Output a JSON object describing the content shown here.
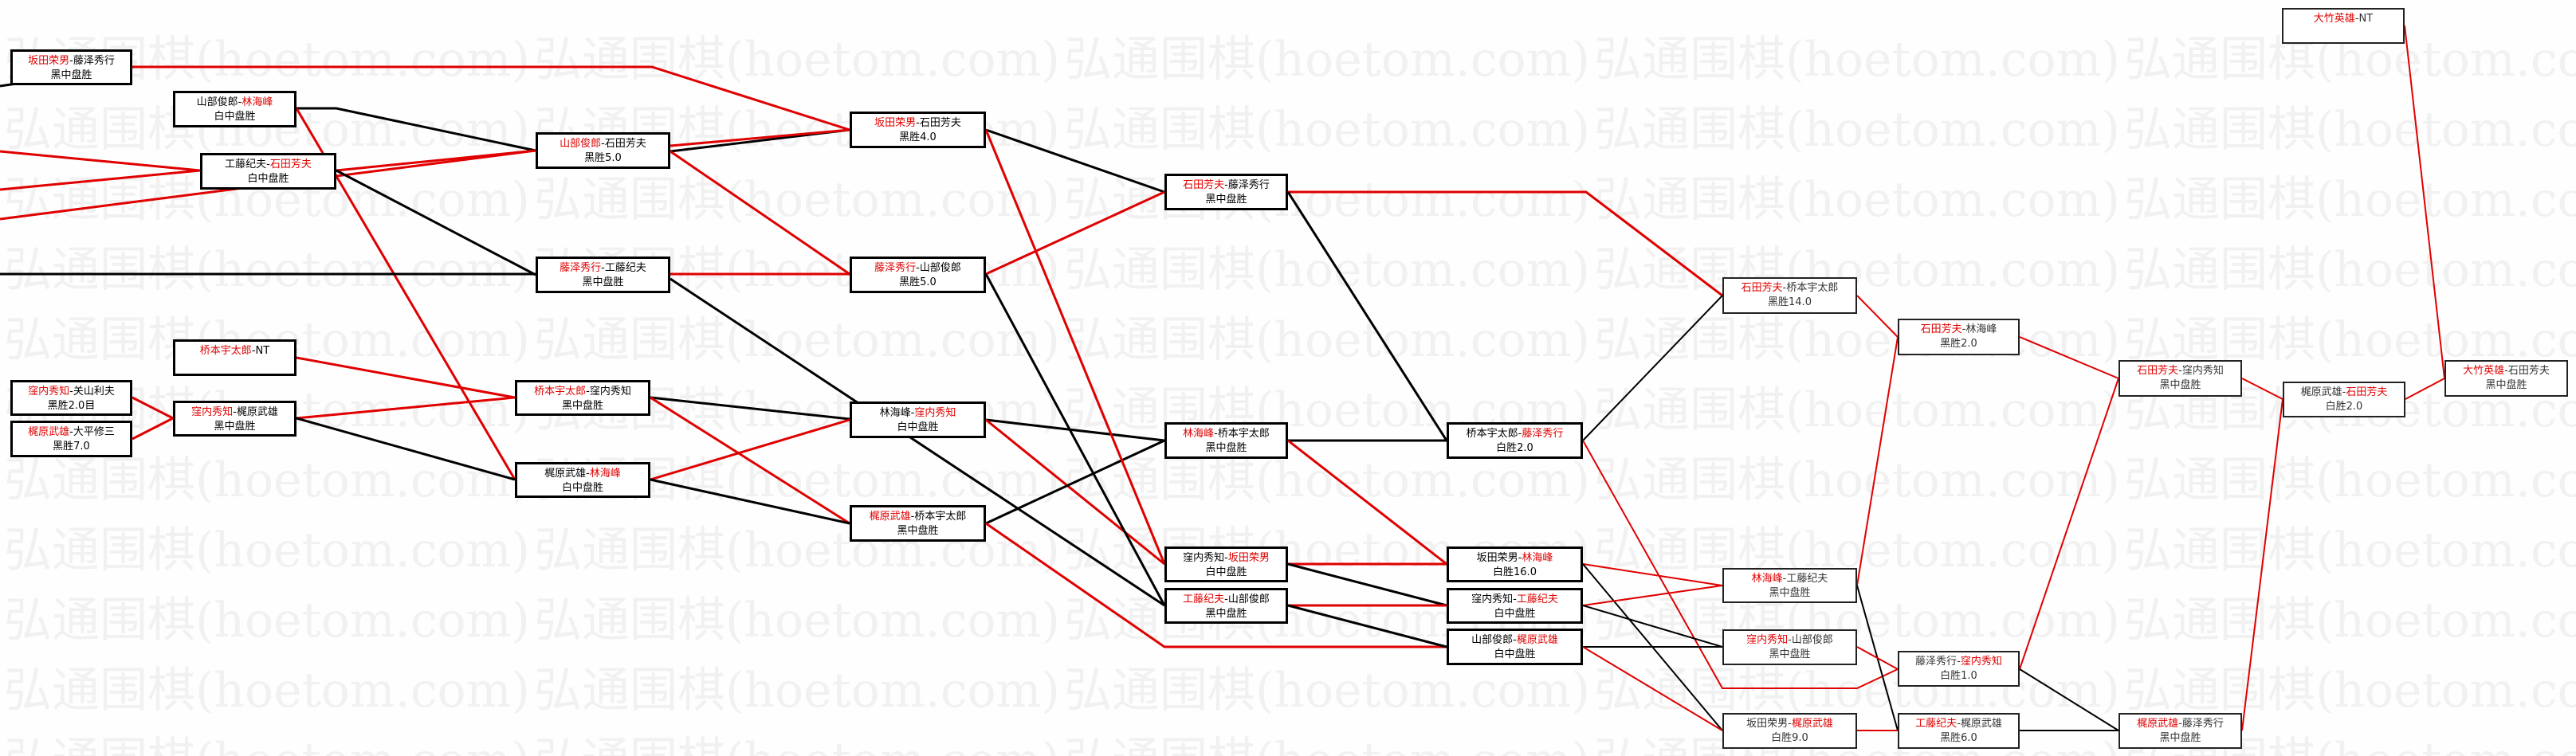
{
  "watermark": "弘通围棋(hoetom.com)",
  "colors": {
    "winner": "#e00000",
    "winner_path": "#e00000",
    "loser_path": "#000000"
  },
  "games": [
    {
      "p1": "坂田荣男",
      "p2": "藤泽秀行",
      "winner": 1,
      "result": "黑中盘胜"
    },
    {
      "p1": "窪内秀知",
      "p2": "关山利夫",
      "winner": 1,
      "result": "黑胜2.0目"
    },
    {
      "p1": "梶原武雄",
      "p2": "大平修三",
      "winner": 1,
      "result": "黑胜7.0"
    },
    {
      "p1": "山部俊郎",
      "p2": "林海峰",
      "winner": 2,
      "result": "白中盘胜"
    },
    {
      "p1": "工藤纪夫",
      "p2": "石田芳夫",
      "winner": 2,
      "result": "白中盘胜"
    },
    {
      "p1": "桥本宇太郎",
      "p2": "NT",
      "winner": 1,
      "result": ""
    },
    {
      "p1": "窪内秀知",
      "p2": "梶原武雄",
      "winner": 1,
      "result": "黑中盘胜"
    },
    {
      "p1": "山部俊郎",
      "p2": "石田芳夫",
      "winner": 1,
      "result": "黑胜5.0"
    },
    {
      "p1": "藤泽秀行",
      "p2": "工藤纪夫",
      "winner": 1,
      "result": "黑中盘胜"
    },
    {
      "p1": "桥本宇太郎",
      "p2": "窪内秀知",
      "winner": 1,
      "result": "黑中盘胜"
    },
    {
      "p1": "梶原武雄",
      "p2": "林海峰",
      "winner": 2,
      "result": "白中盘胜"
    },
    {
      "p1": "坂田荣男",
      "p2": "石田芳夫",
      "winner": 1,
      "result": "黑胜4.0"
    },
    {
      "p1": "藤泽秀行",
      "p2": "山部俊郎",
      "winner": 1,
      "result": "黑胜5.0"
    },
    {
      "p1": "林海峰",
      "p2": "窪内秀知",
      "winner": 2,
      "result": "白中盘胜"
    },
    {
      "p1": "梶原武雄",
      "p2": "桥本宇太郎",
      "winner": 1,
      "result": "黑中盘胜"
    },
    {
      "p1": "石田芳夫",
      "p2": "藤泽秀行",
      "winner": 1,
      "result": "黑中盘胜"
    },
    {
      "p1": "林海峰",
      "p2": "桥本宇太郎",
      "winner": 1,
      "result": "黑中盘胜"
    },
    {
      "p1": "窪内秀知",
      "p2": "坂田荣男",
      "winner": 2,
      "result": "白中盘胜"
    },
    {
      "p1": "工藤纪夫",
      "p2": "山部俊郎",
      "winner": 1,
      "result": "黑中盘胜"
    },
    {
      "p1": "桥本宇太郎",
      "p2": "藤泽秀行",
      "winner": 2,
      "result": "白胜2.0"
    },
    {
      "p1": "坂田荣男",
      "p2": "林海峰",
      "winner": 2,
      "result": "白胜16.0"
    },
    {
      "p1": "窪内秀知",
      "p2": "工藤纪夫",
      "winner": 2,
      "result": "白中盘胜"
    },
    {
      "p1": "山部俊郎",
      "p2": "梶原武雄",
      "winner": 2,
      "result": "白中盘胜"
    },
    {
      "p1": "石田芳夫",
      "p2": "桥本宇太郎",
      "winner": 1,
      "result": "黑胜14.0"
    },
    {
      "p1": "林海峰",
      "p2": "工藤纪夫",
      "winner": 1,
      "result": "黑中盘胜"
    },
    {
      "p1": "窪内秀知",
      "p2": "山部俊郎",
      "winner": 1,
      "result": "黑中盘胜"
    },
    {
      "p1": "坂田荣男",
      "p2": "梶原武雄",
      "winner": 2,
      "result": "白胜9.0"
    },
    {
      "p1": "石田芳夫",
      "p2": "林海峰",
      "winner": 1,
      "result": "黑胜2.0"
    },
    {
      "p1": "藤泽秀行",
      "p2": "窪内秀知",
      "winner": 2,
      "result": "白胜1.0"
    },
    {
      "p1": "工藤纪夫",
      "p2": "梶原武雄",
      "winner": 1,
      "result": "黑胜6.0"
    },
    {
      "p1": "石田芳夫",
      "p2": "窪内秀知",
      "winner": 1,
      "result": "黑中盘胜"
    },
    {
      "p1": "梶原武雄",
      "p2": "藤泽秀行",
      "winner": 1,
      "result": "黑中盘胜"
    },
    {
      "p1": "梶原武雄",
      "p2": "石田芳夫",
      "winner": 2,
      "result": "白胜2.0"
    },
    {
      "p1": "大竹英雄",
      "p2": "NT",
      "winner": 1,
      "result": ""
    },
    {
      "p1": "大竹英雄",
      "p2": "石田芳夫",
      "winner": 1,
      "result": "黑中盘胜"
    }
  ]
}
